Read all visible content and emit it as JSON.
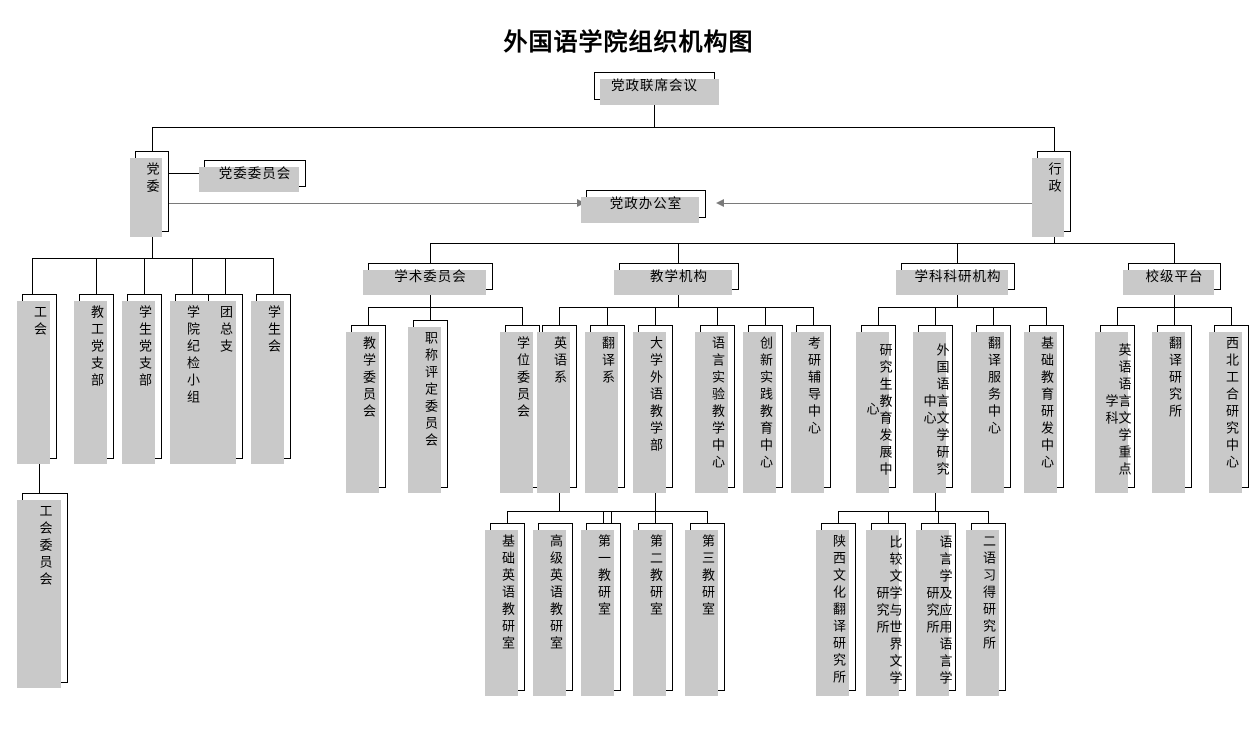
{
  "chart_title": "外国语学院组织机构图",
  "nodes": {
    "root": {
      "label": "党政联席会议"
    },
    "party": {
      "label": "党委"
    },
    "party_committee": {
      "label": "党委委员会"
    },
    "office": {
      "label": "党政办公室"
    },
    "admin": {
      "label": "行政"
    }
  },
  "party_children": [
    {
      "label": "工会"
    },
    {
      "label": "教工党支部"
    },
    {
      "label": "学生党支部"
    },
    {
      "label": "学院纪检小组"
    },
    {
      "label": "团总支"
    },
    {
      "label": "学生会"
    }
  ],
  "union_child": {
    "label": "工会委员会"
  },
  "groups": {
    "academic": {
      "label": "学术委员会"
    },
    "teaching": {
      "label": "教学机构"
    },
    "research": {
      "label": "学科科研机构"
    },
    "platform": {
      "label": "校级平台"
    }
  },
  "academic_children": [
    {
      "label": "教学委员会"
    },
    {
      "label": "职称评定委员会"
    },
    {
      "label": "学位委员会"
    }
  ],
  "teaching_children": [
    {
      "label": "英语系"
    },
    {
      "label": "翻译系"
    },
    {
      "label": "大学外语教学部"
    },
    {
      "label": "语言实验教学中心"
    },
    {
      "label": "创新实践教育中心"
    },
    {
      "label": "考研辅导中心"
    }
  ],
  "english_dept_children": [
    {
      "label": "基础英语教研室"
    },
    {
      "label": "高级英语教研室"
    }
  ],
  "college_foreign_children": [
    {
      "label": "第一教研室"
    },
    {
      "label": "第二教研室"
    },
    {
      "label": "第三教研室"
    }
  ],
  "research_children": [
    {
      "label": "研究生教育发展中心"
    },
    {
      "label": "外国语言文学研究中心"
    },
    {
      "label": "翻译服务中心"
    },
    {
      "label": "基础教育研发中心"
    }
  ],
  "flr_center_children": [
    {
      "label": "陕西文化翻译研究所"
    },
    {
      "label": "比较文学与世界文学研究所"
    },
    {
      "label": "语言学及应用语言学研究所"
    },
    {
      "label": "二语习得研究所"
    }
  ],
  "platform_children": [
    {
      "label": "英语语言文学重点学科"
    },
    {
      "label": "翻译研究所"
    },
    {
      "label": "西北工合研究中心"
    }
  ],
  "colors": {
    "line": "#000000",
    "arrow_line": "#7a7a7a",
    "box_border": "#000000",
    "box_fill": "#ffffff",
    "shadow": "#c9c9c9",
    "text": "#000000"
  }
}
